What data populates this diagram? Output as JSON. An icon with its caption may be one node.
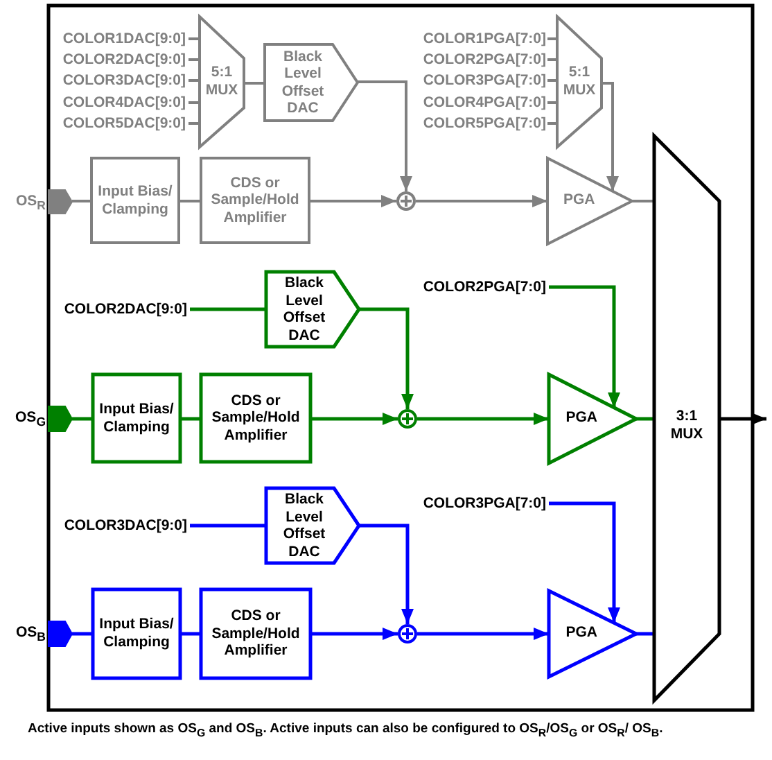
{
  "diagram": {
    "caption": "Active inputs shown as OS$_{G}$ and OS$_{B}$.  Active inputs can also be configured to OS$_{R}$/OS$_{G}$ or  OS$_{R}$/ OS$_{B}$.",
    "nodes": [
      {
        "text": [
          "COLOR1DAC[9:0]"
        ]
      },
      {
        "text": [
          "COLOR2DAC[9:0]"
        ]
      },
      {
        "text": [
          "COLOR3DAC[9:0]"
        ]
      },
      {
        "text": [
          "COLOR4DAC[9:0]"
        ]
      },
      {
        "text": [
          "COLOR5DAC[9:0]"
        ]
      },
      {
        "text": [
          "5:1 MUX"
        ]
      },
      {
        "text": [
          "Black Level Offset DAC"
        ]
      },
      {
        "text": [
          "COLOR1PGA[7:0]"
        ]
      },
      {
        "text": [
          "COLOR2PGA[7:0]"
        ]
      },
      {
        "text": [
          "COLOR3PGA[7:0]"
        ]
      },
      {
        "text": [
          "COLOR4PGA[7:0]"
        ]
      },
      {
        "text": [
          "COLOR5PGA[7:0]"
        ]
      },
      {
        "text": [
          "5:1 MUX"
        ]
      },
      {
        "text": [
          "OS$_{R}$"
        ]
      },
      {
        "text": [
          "Input Bias/ Clamping"
        ]
      },
      {
        "text": [
          "CDS or Sample/Hold Amplifier"
        ]
      },
      {
        "text": [],
        "shape": "circle"
      },
      {
        "text": [
          "PGA"
        ]
      },
      {
        "text": [
          "COLOR2DAC[9:0]"
        ]
      },
      {
        "text": [
          "Black Level Offset DAC"
        ]
      },
      {
        "text": [
          "COLOR2PGA[7:0]"
        ]
      },
      {
        "text": [
          "OS$_{G}$"
        ]
      },
      {
        "text": [
          "Input Bias/ Clamping"
        ]
      },
      {
        "text": [
          "CDS or Sample/Hold Amplifier"
        ]
      },
      {
        "text": [],
        "shape": "circle"
      },
      {
        "text": [
          "PGA"
        ]
      },
      {
        "text": [
          "COLOR3DAC[9:0]"
        ]
      },
      {
        "text": [
          "Black Level Offset DAC"
        ]
      },
      {
        "text": [
          "COLOR3PGA[7:0]"
        ]
      },
      {
        "text": [
          "OS$_{B}$"
        ]
      },
      {
        "text": [
          "Input Bias/ Clamping"
        ]
      },
      {
        "text": [
          "CDS or Sample/Hold Amplifier"
        ]
      },
      {
        "text": [],
        "shape": "circle"
      },
      {
        "text": [
          "PGA"
        ]
      },
      {
        "text": [
          "3:1 MUX"
        ]
      }
    ],
    "edges": [
      {
        "from": 0,
        "to": 5,
        "arrow": "none",
        "color": "#808080"
      },
      {
        "from": 1,
        "to": 5,
        "arrow": "none",
        "color": "#808080"
      },
      {
        "from": 2,
        "to": 5,
        "arrow": "none",
        "color": "#808080"
      },
      {
        "from": 3,
        "to": 5,
        "arrow": "none",
        "color": "#808080"
      },
      {
        "from": 4,
        "to": 5,
        "arrow": "none",
        "color": "#808080"
      },
      {
        "from": 5,
        "to": 6,
        "arrow": "none",
        "color": "#808080"
      },
      {
        "from": 6,
        "to": 16,
        "arrow": "to",
        "color": "#808080"
      },
      {
        "from": 7,
        "to": 12,
        "arrow": "none",
        "color": "#808080"
      },
      {
        "from": 8,
        "to": 12,
        "arrow": "none",
        "color": "#808080"
      },
      {
        "from": 9,
        "to": 12,
        "arrow": "none",
        "color": "#808080"
      },
      {
        "from": 10,
        "to": 12,
        "arrow": "none",
        "color": "#808080"
      },
      {
        "from": 11,
        "to": 12,
        "arrow": "none",
        "color": "#808080"
      },
      {
        "from": 12,
        "to": 17,
        "arrow": "to",
        "color": "#808080"
      },
      {
        "from": 13,
        "to": 14,
        "arrow": "none",
        "color": "#808080"
      },
      {
        "from": 14,
        "to": 15,
        "arrow": "none",
        "color": "#808080"
      },
      {
        "from": 15,
        "to": 16,
        "arrow": "to",
        "color": "#808080"
      },
      {
        "from": 16,
        "to": 17,
        "arrow": "to",
        "color": "#808080"
      },
      {
        "from": 17,
        "to": 34,
        "arrow": "none",
        "color": "#808080"
      },
      {
        "from": 18,
        "to": 19,
        "arrow": "none",
        "color": "#008000"
      },
      {
        "from": 19,
        "to": 24,
        "arrow": "to",
        "color": "#008000"
      },
      {
        "from": 20,
        "to": 25,
        "arrow": "to",
        "color": "#008000"
      },
      {
        "from": 21,
        "to": 22,
        "arrow": "none",
        "color": "#008000"
      },
      {
        "from": 22,
        "to": 23,
        "arrow": "none",
        "color": "#008000"
      },
      {
        "from": 23,
        "to": 24,
        "arrow": "to",
        "color": "#008000"
      },
      {
        "from": 24,
        "to": 25,
        "arrow": "to",
        "color": "#008000"
      },
      {
        "from": 25,
        "to": 34,
        "arrow": "none",
        "color": "#008000"
      },
      {
        "from": 26,
        "to": 27,
        "arrow": "none",
        "color": "#0000ff"
      },
      {
        "from": 27,
        "to": 32,
        "arrow": "to",
        "color": "#0000ff"
      },
      {
        "from": 28,
        "to": 33,
        "arrow": "to",
        "color": "#0000ff"
      },
      {
        "from": 29,
        "to": 30,
        "arrow": "none",
        "color": "#0000ff"
      },
      {
        "from": 30,
        "to": 31,
        "arrow": "none",
        "color": "#0000ff"
      },
      {
        "from": 31,
        "to": 32,
        "arrow": "to",
        "color": "#0000ff"
      },
      {
        "from": 32,
        "to": 33,
        "arrow": "to",
        "color": "#0000ff"
      },
      {
        "from": 33,
        "to": 34,
        "arrow": "none",
        "color": "#0000ff"
      },
      {
        "from": 34,
        "to": null,
        "arrow": "to",
        "color": "#000000"
      }
    ]
  }
}
